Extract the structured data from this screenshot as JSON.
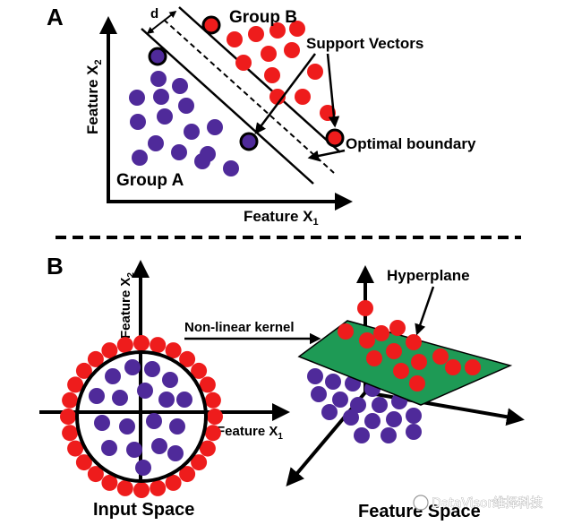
{
  "panel_a": {
    "label": "A",
    "y_axis": {
      "word": "Feature X",
      "sub": "2"
    },
    "x_axis": {
      "word": "Feature X",
      "sub": "1"
    },
    "group_a": "Group A",
    "group_b": "Group B",
    "margin_label": "d",
    "support_vectors": "Support Vectors",
    "optimal_boundary": "Optimal boundary"
  },
  "panel_b": {
    "label": "B",
    "y_axis": {
      "word": "Feature X",
      "sub": "2"
    },
    "x_axis": {
      "word": "Feature X",
      "sub": "1"
    },
    "kernel": "Non-linear kernel",
    "hyperplane": "Hyperplane",
    "input_space": "Input Space",
    "feature_space": "Feature Space"
  },
  "watermark": "DataVisor维择科技",
  "colors": {
    "red": "#ee1c1c",
    "purple": "#4f2a9a",
    "plane": "#1e9a55",
    "ink": "#000000"
  }
}
